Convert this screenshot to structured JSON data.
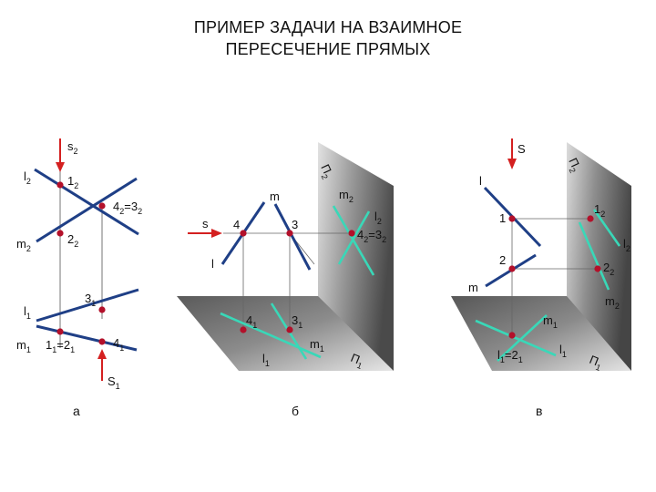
{
  "title": {
    "line1": "ПРИМЕР ЗАДАЧИ НА ВЗАИМНОЕ",
    "line2": "ПЕРЕСЕЧЕНИЕ ПРЯМЫХ"
  },
  "colors": {
    "navy": "#1f3f86",
    "cyan": "#39d8b8",
    "point": "#b3102a",
    "arrow": "#d42020",
    "thin": "#666666",
    "plane_dark": "#5e5e5e",
    "plane_light": "#d6d6d6"
  },
  "fig_a": {
    "caption": "а",
    "s2": {
      "base": "s",
      "sub": "2"
    },
    "l2": {
      "base": "l",
      "sub": "2"
    },
    "p12": {
      "base": "1",
      "sub": "2"
    },
    "p42": {
      "base": "4",
      "sub": "2",
      "eq": "=3",
      "sub2": "2"
    },
    "m2": {
      "base": "m",
      "sub": "2"
    },
    "p22": {
      "base": "2",
      "sub": "2"
    },
    "p31": {
      "base": "3",
      "sub": "1"
    },
    "l1": {
      "base": "l",
      "sub": "1"
    },
    "m1": {
      "base": "m",
      "sub": "1"
    },
    "p11": {
      "base": "1",
      "sub": "1",
      "eq": "=2",
      "sub2": "1"
    },
    "p41": {
      "base": "4",
      "sub": "1"
    },
    "s1": {
      "base": "S",
      "sub": "1"
    }
  },
  "fig_b": {
    "caption": "б",
    "pi2": {
      "base": "П",
      "sub": "2"
    },
    "m": "m",
    "m2": {
      "base": "m",
      "sub": "2"
    },
    "s": "s",
    "p4": "4",
    "p3": "3",
    "l2": {
      "base": "l",
      "sub": "2"
    },
    "p42": {
      "base": "4",
      "sub": "2",
      "eq": "=3",
      "sub2": "2"
    },
    "l": "l",
    "p41": {
      "base": "4",
      "sub": "1"
    },
    "p31": {
      "base": "3",
      "sub": "1"
    },
    "m1": {
      "base": "m",
      "sub": "1"
    },
    "l1": {
      "base": "l",
      "sub": "1"
    },
    "pi1": {
      "base": "П",
      "sub": "1"
    }
  },
  "fig_c": {
    "caption": "в",
    "S": "S",
    "pi2": {
      "base": "П",
      "sub": "2"
    },
    "l": "l",
    "p12": {
      "base": "1",
      "sub": "2"
    },
    "p1": "1",
    "l2": {
      "base": "l",
      "sub": "2"
    },
    "p2": "2",
    "p22": {
      "base": "2",
      "sub": "2"
    },
    "m": "m",
    "m2": {
      "base": "m",
      "sub": "2"
    },
    "m1": {
      "base": "m",
      "sub": "1"
    },
    "l1": {
      "base": "l",
      "sub": "1"
    },
    "p11": {
      "base": "l",
      "sub": "1",
      "eq": "=2",
      "sub2": "1"
    },
    "pi1": {
      "base": "П",
      "sub": "1"
    }
  }
}
